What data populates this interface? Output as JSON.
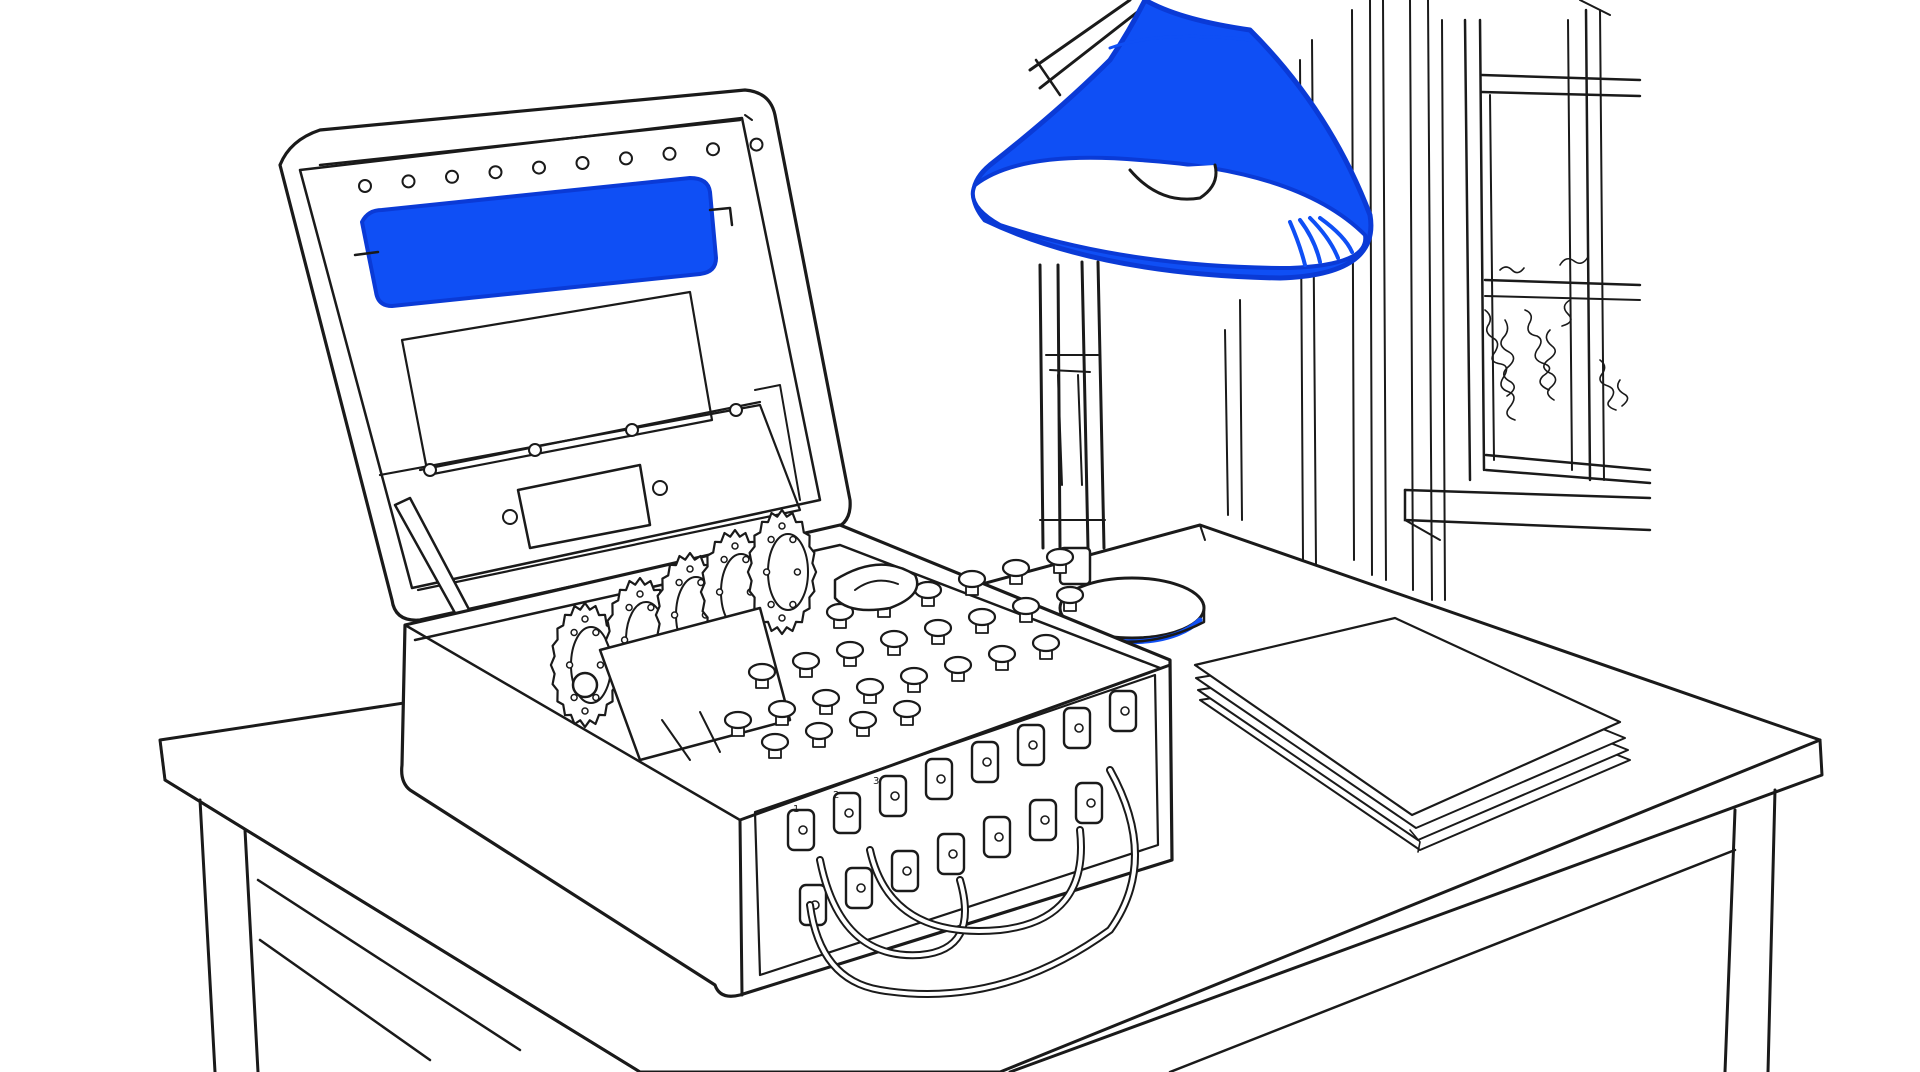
{
  "illustration": {
    "colors": {
      "ink": "#1a1a1a",
      "accent": "#0f4ff5",
      "background": "#ffffff"
    },
    "plugboard": {
      "labels": [
        "1",
        "2",
        "3"
      ]
    }
  }
}
